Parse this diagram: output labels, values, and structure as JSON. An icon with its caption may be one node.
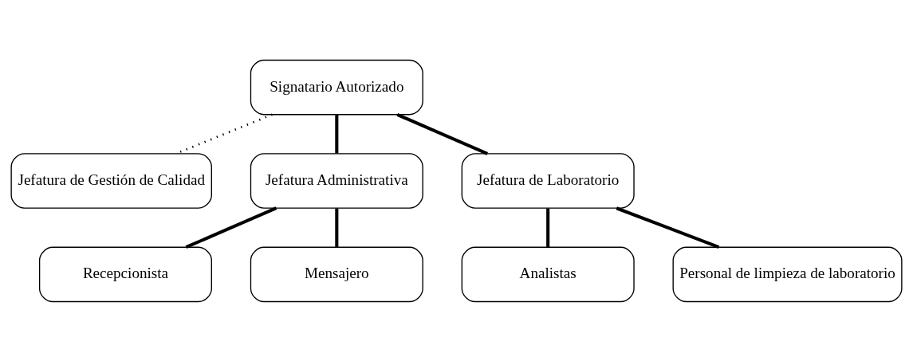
{
  "diagram": {
    "nodes": [
      {
        "text": [
          "Signatario Autorizado"
        ]
      },
      {
        "text": [
          "Jefatura de Gestión de Calidad"
        ]
      },
      {
        "text": [
          "Jefatura Administrativa"
        ]
      },
      {
        "text": [
          "Jefatura de Laboratorio"
        ]
      },
      {
        "text": [
          "Recepcionista"
        ]
      },
      {
        "text": [
          "Mensajero"
        ]
      },
      {
        "text": [
          "Analistas"
        ]
      },
      {
        "text": [
          "Personal de limpieza de laboratorio"
        ]
      }
    ],
    "edges": [
      {
        "from": 0,
        "to": 1,
        "arrow": "none",
        "style": "dashed"
      },
      {
        "from": 0,
        "to": 2,
        "arrow": "none"
      },
      {
        "from": 0,
        "to": 3,
        "arrow": "none"
      },
      {
        "from": 2,
        "to": 4,
        "arrow": "none"
      },
      {
        "from": 2,
        "to": 5,
        "arrow": "none"
      },
      {
        "from": 3,
        "to": 6,
        "arrow": "none"
      },
      {
        "from": 3,
        "to": 7,
        "arrow": "none"
      }
    ]
  }
}
